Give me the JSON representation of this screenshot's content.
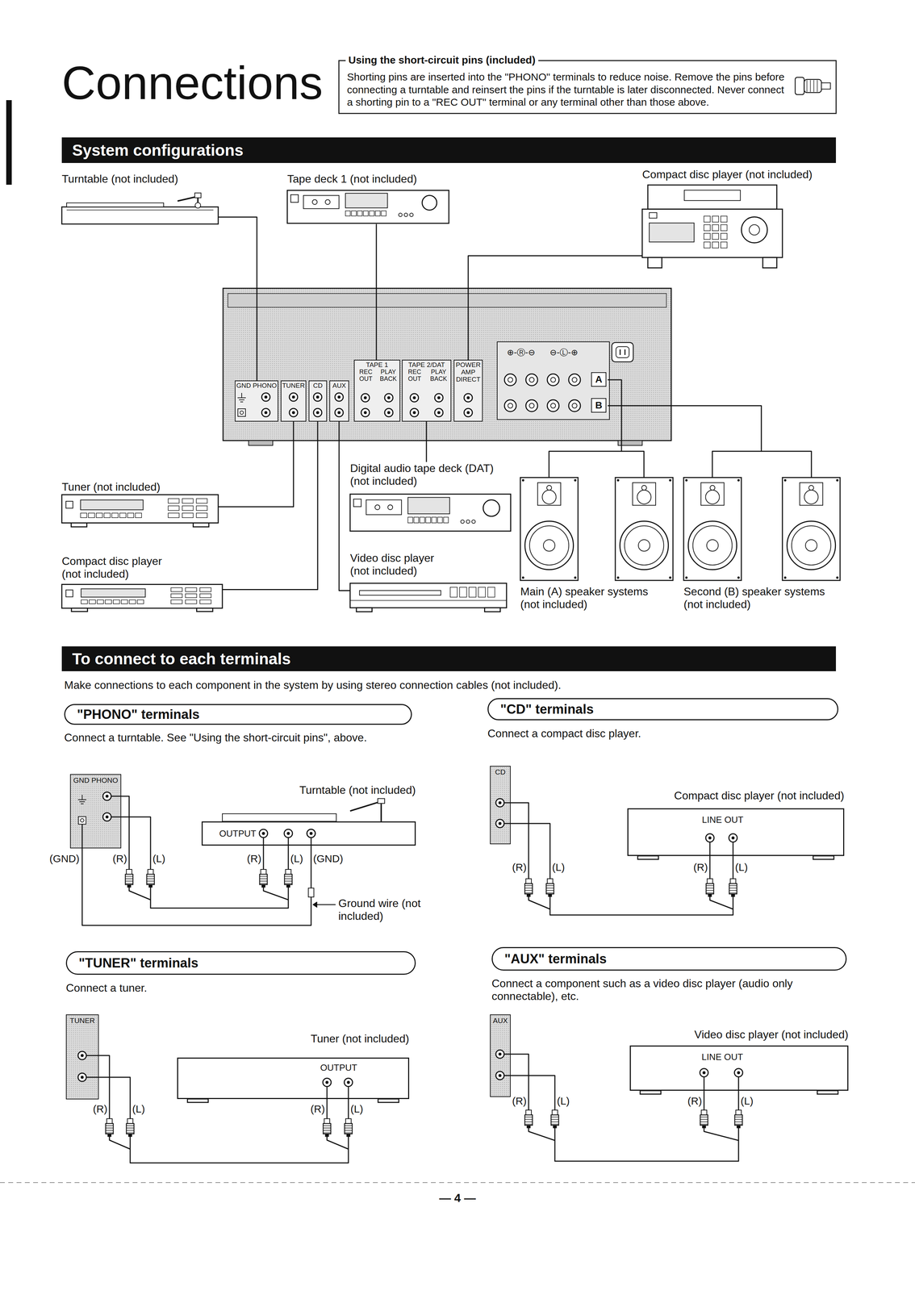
{
  "diagram": {
    "title": "Connections",
    "nodes": [
      {
        "text": [
          "Using the short-circuit pins (included)",
          "Shorting pins are inserted into the \"PHONO\" terminals to reduce noise. Remove the pins before connecting a turntable and reinsert the pins if the turntable is later disconnected. Never connect a shorting pin to a \"REC OUT\" terminal or any terminal other than those above."
        ]
      },
      {
        "text": [
          "System configurations"
        ]
      },
      {
        "text": [
          "Turntable (not included)"
        ]
      },
      {
        "text": [
          "Tape deck 1 (not included)"
        ]
      },
      {
        "text": [
          "Compact disc player (not included)"
        ]
      },
      {
        "text": [
          "GND PHONO"
        ]
      },
      {
        "text": [
          "TUNER"
        ]
      },
      {
        "text": [
          "CD"
        ]
      },
      {
        "text": [
          "AUX"
        ]
      },
      {
        "text": [
          "TAPE 1",
          "REC OUT",
          "PLAY BACK"
        ]
      },
      {
        "text": [
          "TAPE 2/DAT",
          "REC OUT",
          "PLAY BACK"
        ]
      },
      {
        "text": [
          "POWER AMP DIRECT"
        ]
      },
      {
        "text": [
          "A"
        ]
      },
      {
        "text": [
          "B"
        ]
      },
      {
        "text": [
          "Tuner (not included)"
        ]
      },
      {
        "text": [
          "Digital audio tape deck (DAT) (not included)"
        ]
      },
      {
        "text": [
          "Compact disc player (not included)"
        ]
      },
      {
        "text": [
          "Video disc player (not included)"
        ]
      },
      {
        "text": [
          "Main (A) speaker systems (not included)"
        ]
      },
      {
        "text": [
          "Second (B) speaker systems (not included)"
        ]
      },
      {
        "text": [
          "To connect to each terminals"
        ]
      },
      {
        "text": [
          "\"PHONO\" terminals"
        ]
      },
      {
        "text": [
          "\"CD\" terminals"
        ]
      },
      {
        "text": [
          "GND PHONO"
        ]
      },
      {
        "text": [
          "Turntable (not included)",
          "OUTPUT"
        ]
      },
      {
        "text": [
          "CD"
        ]
      },
      {
        "text": [
          "Compact disc player (not included)",
          "LINE OUT"
        ]
      },
      {
        "text": [
          "\"TUNER\" terminals"
        ]
      },
      {
        "text": [
          "\"AUX\" terminals"
        ]
      },
      {
        "text": [
          "TUNER"
        ]
      },
      {
        "text": [
          "Tuner (not included)",
          "OUTPUT"
        ]
      },
      {
        "text": [
          "AUX"
        ]
      },
      {
        "text": [
          "Video disc player (not included)",
          "LINE OUT"
        ]
      }
    ],
    "edges": [
      {
        "from": 2,
        "to": 5,
        "arrow": "none"
      },
      {
        "from": 3,
        "to": 9,
        "arrow": "none"
      },
      {
        "from": 4,
        "to": 11,
        "arrow": "none"
      },
      {
        "from": 14,
        "to": 6,
        "arrow": "none"
      },
      {
        "from": 16,
        "to": 7,
        "arrow": "none"
      },
      {
        "from": 17,
        "to": 8,
        "arrow": "none"
      },
      {
        "from": 15,
        "to": 10,
        "arrow": "none"
      },
      {
        "from": 12,
        "to": 18,
        "arrow": "none"
      },
      {
        "from": 13,
        "to": 19,
        "arrow": "none"
      },
      {
        "from": 24,
        "to": 23,
        "arrow": "none"
      },
      {
        "from": 24,
        "to": 23,
        "arrow": "none"
      },
      {
        "from": 26,
        "to": 25,
        "arrow": "none"
      },
      {
        "from": 30,
        "to": 29,
        "arrow": "none"
      },
      {
        "from": 32,
        "to": 31,
        "arrow": "none"
      }
    ],
    "labels": [
      "⊕-Ⓡ-⊖",
      "⊖-Ⓛ-⊕",
      "Make connections to each component in the system by using stereo connection cables (not included).",
      "Connect a turntable. See \"Using the short-circuit pins\", above.",
      "Connect a compact disc player.",
      "(GND)",
      "(R)",
      "(L)",
      "(R)",
      "(L)",
      "(GND)",
      "Ground wire (not included)",
      "(R)",
      "(L)",
      "(R)",
      "(L)",
      "Connect a tuner.",
      "Connect a component such as a video disc player (audio only connectable), etc.",
      "(R)",
      "(L)",
      "(R)",
      "(L)",
      "(R)",
      "(L)",
      "(R)",
      "(L)",
      "— 4 —"
    ]
  }
}
